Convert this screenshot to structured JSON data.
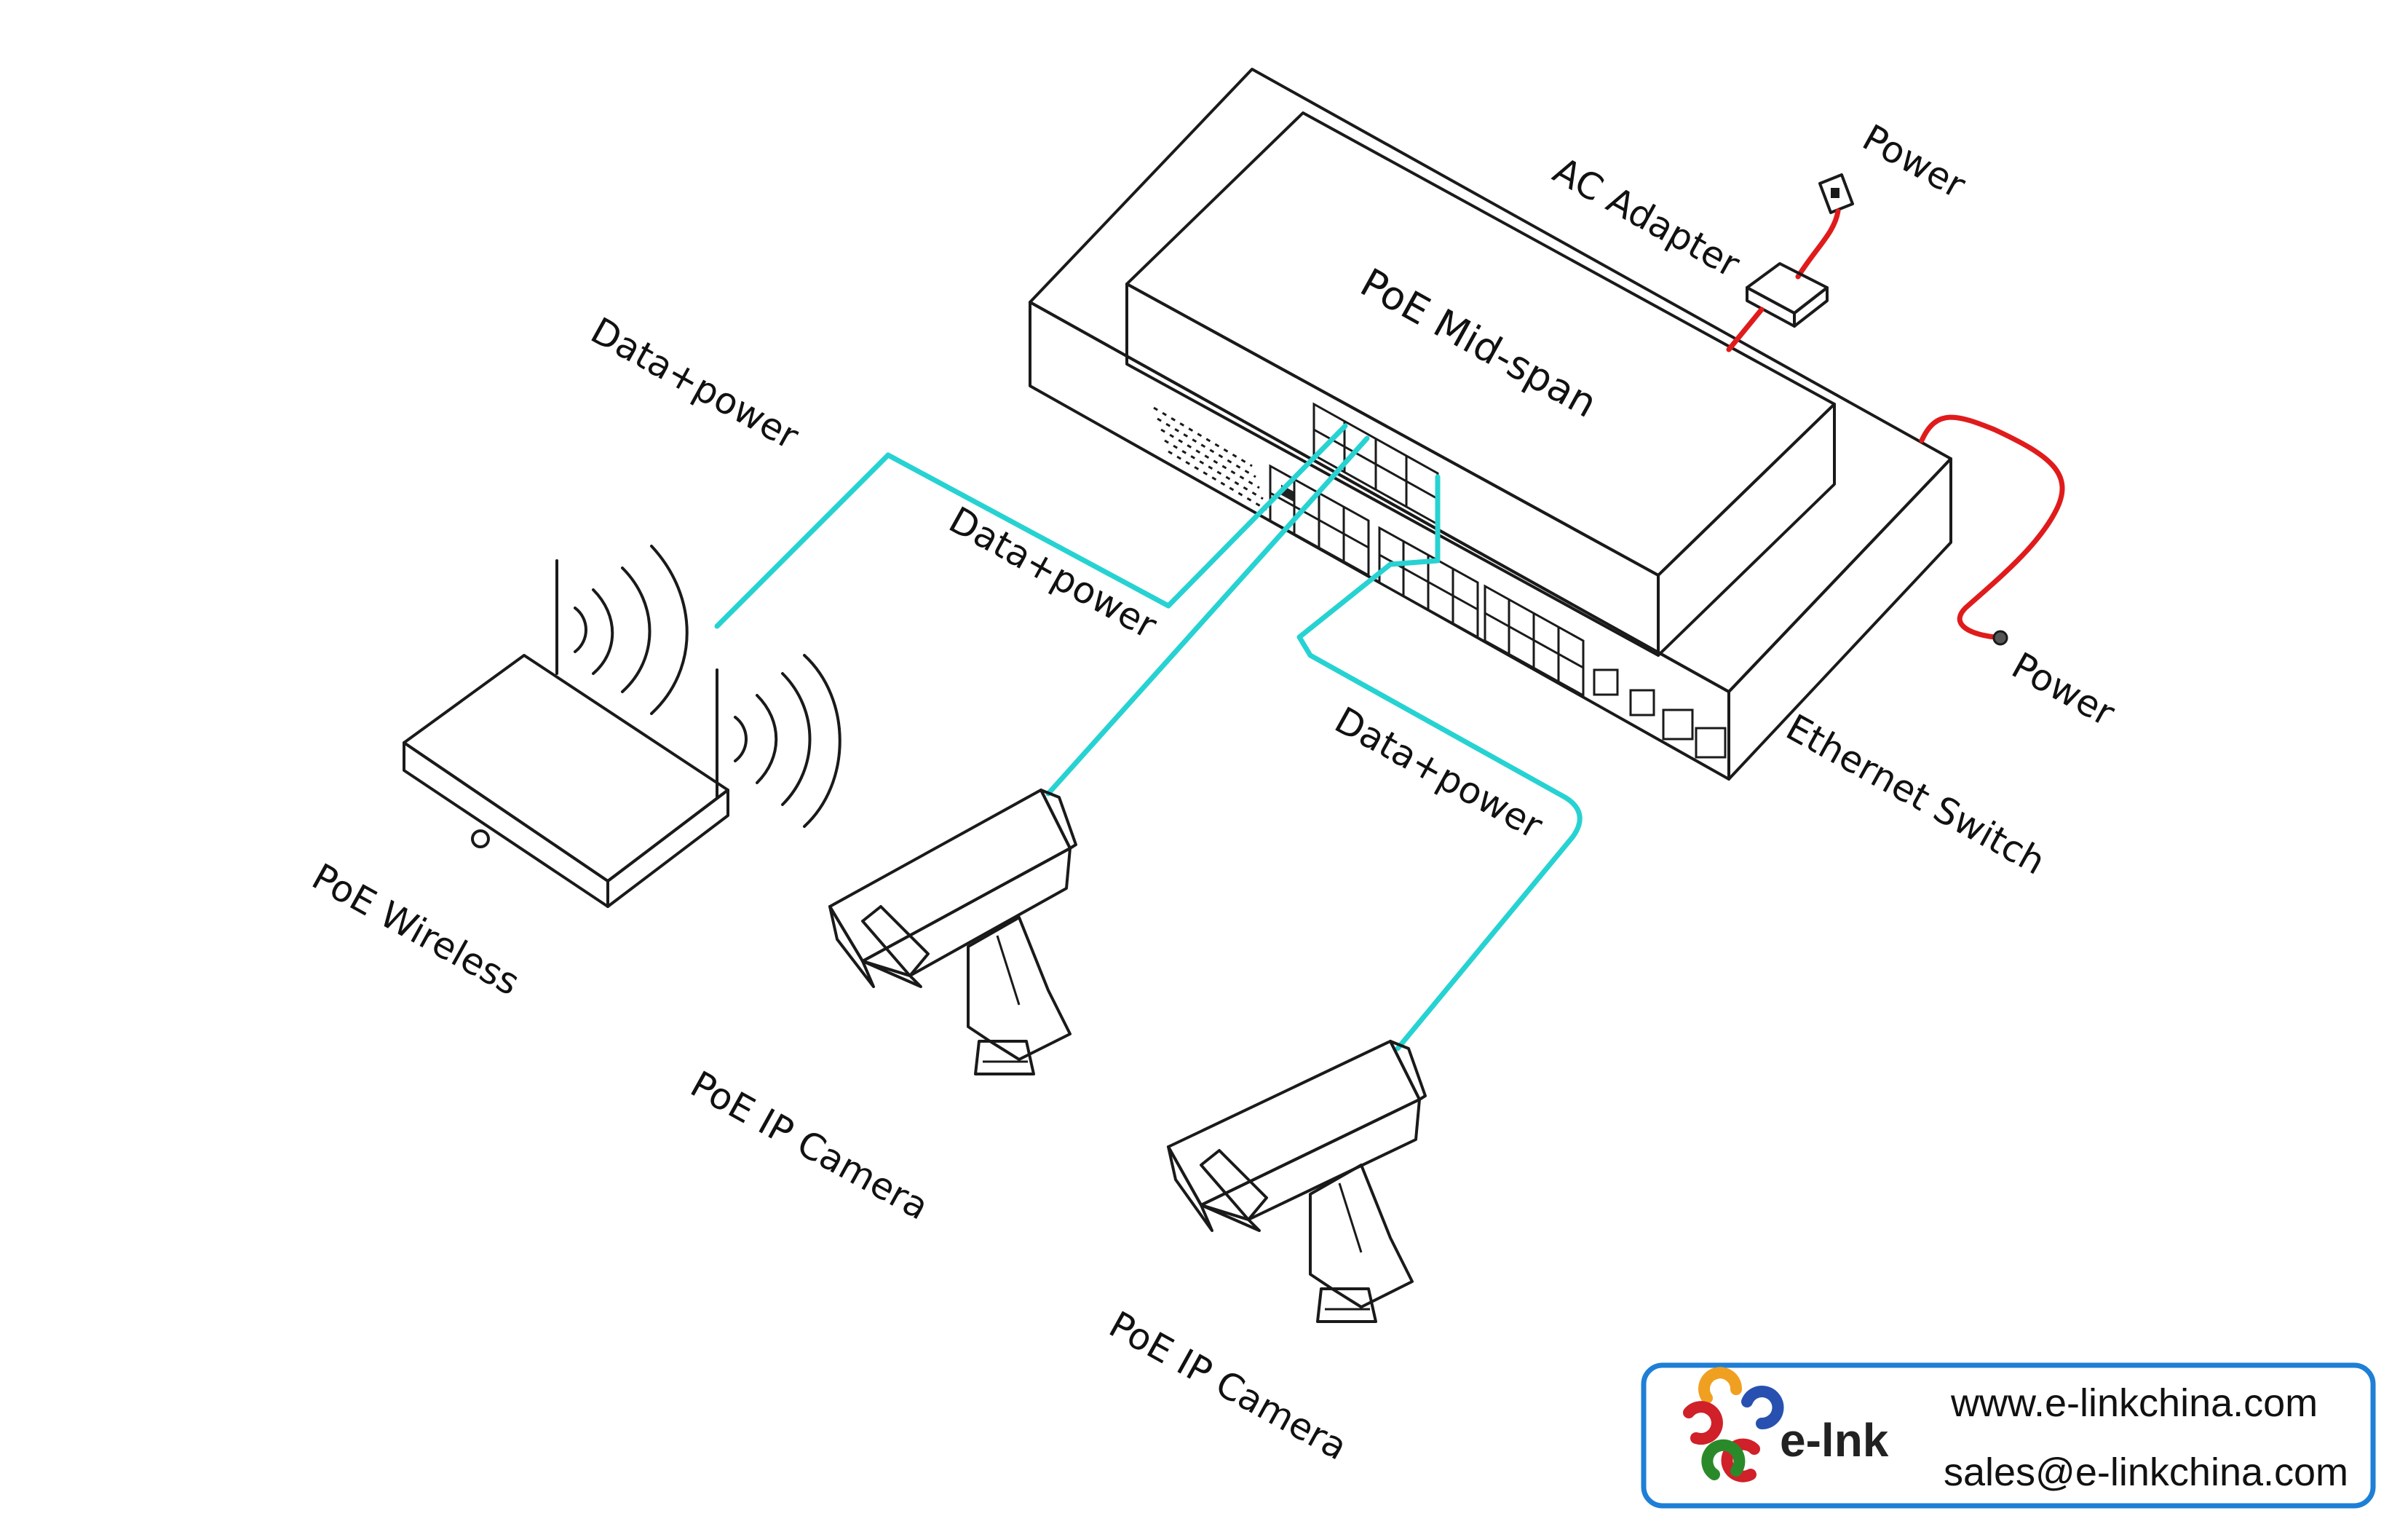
{
  "labels": {
    "data_power_1": "Data+power",
    "data_power_2": "Data+power",
    "data_power_3": "Data+power",
    "midspan": "PoE Mid-span",
    "ac_adapter": "AC Adapter",
    "power_top": "Power",
    "power_right": "Power",
    "switch": "Ethernet Switch",
    "wireless": "PoE Wireless",
    "camera_1": "PoE IP Camera",
    "camera_2": "PoE IP Camera"
  },
  "brand": {
    "name": "e-lnk",
    "website": "www.e-linkchina.com",
    "email": "sales@e-linkchina.com",
    "box_border_color": "#1e7fd6"
  },
  "colors": {
    "data_cable": "#27d2d2",
    "power_cable": "#e01b1b"
  }
}
